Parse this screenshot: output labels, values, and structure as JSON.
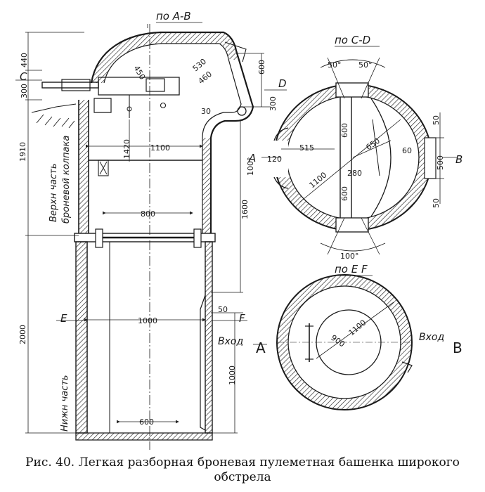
{
  "caption": {
    "line1": "Рис.  40. Легкая разборная броневая пулеметная башенка широкого",
    "line2": "обстрела"
  },
  "sections": {
    "ab": "по А-В",
    "cd": "по С-D",
    "ef": "по E F"
  },
  "letters": {
    "c": "C",
    "d": "D",
    "a1": "A",
    "b1": "B",
    "e": "E",
    "f": "F",
    "a2": "A",
    "b2": "B"
  },
  "side_labels": {
    "upper1": "Верхн часть",
    "upper2": "броневой колпака",
    "lower": "Нижн часть"
  },
  "entrance": {
    "left_label": "Вход",
    "right_label": "Вход"
  },
  "dims": {
    "d440": "440",
    "d300a": "300",
    "d1910": "1910",
    "d2000": "2000",
    "d450": "450",
    "d530": "530",
    "d460": "460",
    "d600a": "600",
    "d300b": "300",
    "d30": "30",
    "d1100a": "1100",
    "d1420": "1420",
    "d1600": "1600",
    "d800": "800",
    "d1000a": "1000",
    "d50a": "50",
    "d1000b": "1000",
    "d600b": "600",
    "ang50a": "50°",
    "ang50b": "50°",
    "d515": "515",
    "d600c": "600",
    "d650": "650",
    "d60": "60",
    "d1100b": "1100",
    "d100deg": "100°",
    "d120": "120",
    "d280": "280",
    "d600d": "600",
    "d50b": "50",
    "d500": "500",
    "d50c": "50",
    "ang100": "100°",
    "d900": "900",
    "d1100c": "1100"
  }
}
